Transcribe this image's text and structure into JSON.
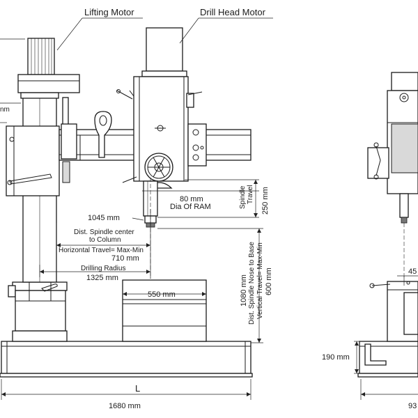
{
  "labels": {
    "lifting_motor": "Lifting Motor",
    "drill_head_motor": "Drill Head Motor",
    "mm_fragment": "nm",
    "ram_dia_value": "80 mm",
    "ram_dia_text": "Dia Of RAM",
    "spindle_travel_text_1": "Spindle",
    "spindle_travel_text_2": "Travel",
    "spindle_travel_value": "250 mm",
    "dist_spindle_column_value": "1045 mm",
    "dist_spindle_column_text_1": "Dist. Spindle center",
    "dist_spindle_column_text_2": "to Column",
    "horizontal_travel_text": "Horizontal Travel= Max-Min",
    "horizontal_travel_value": "710 mm",
    "drilling_radius_text": "Drilling Radius",
    "drilling_radius_value": "1325 mm",
    "table_width_value": "550 mm",
    "nose_base_value": "1080 mm",
    "nose_base_text": "Dist. Spindle Nose to Base",
    "vertical_travel_text": "Vertical Travel= Max-Min",
    "vertical_travel_value": "600 mm",
    "base_length_symbol": "L",
    "base_length_value": "1680 mm",
    "base_height_value": "190 mm",
    "side_fragment_45": "45",
    "side_fragment_93": "93"
  }
}
